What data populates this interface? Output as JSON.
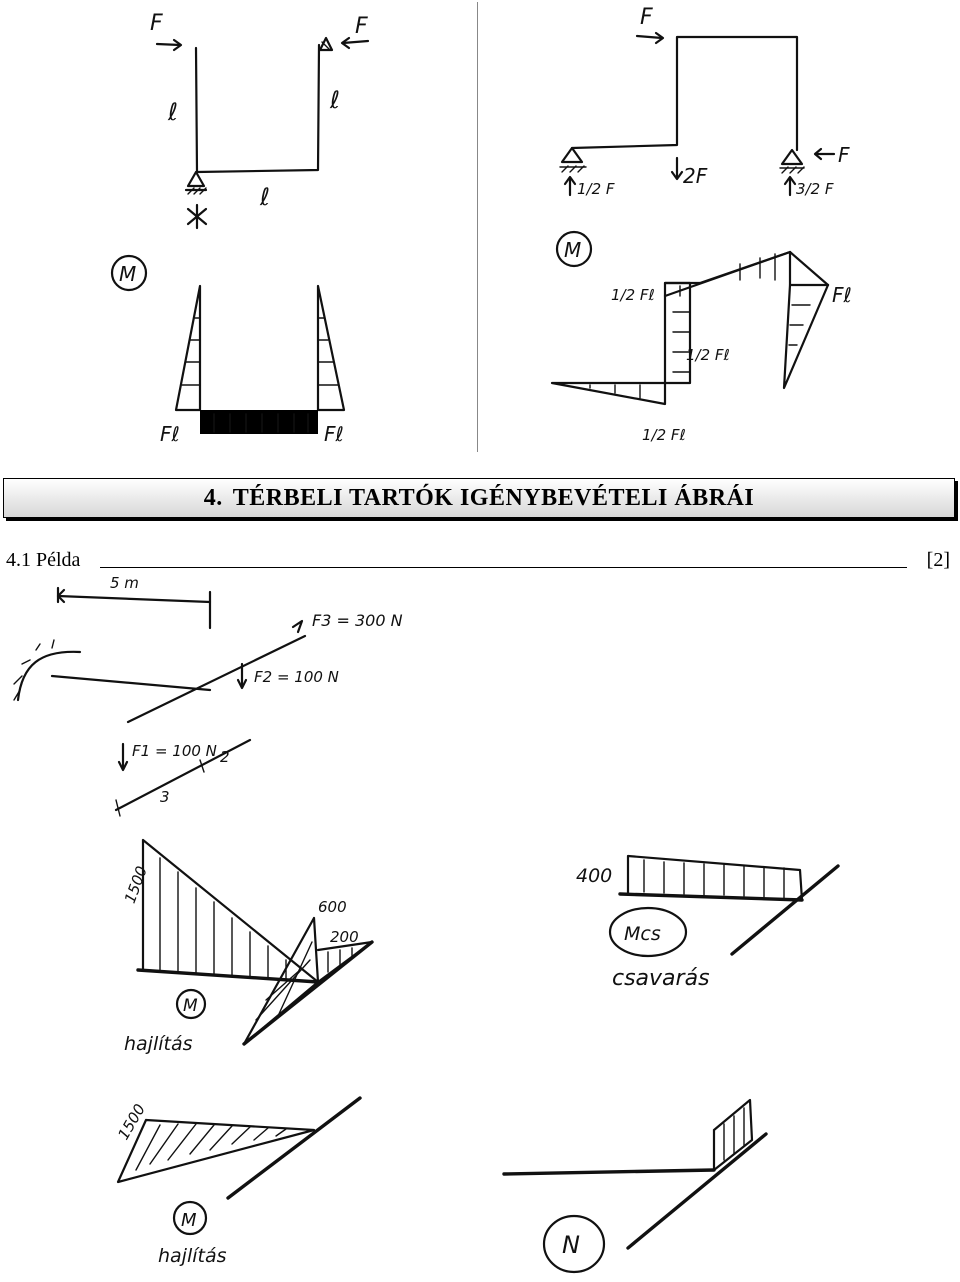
{
  "section": {
    "number": "4.",
    "title": "TÉRBELI TARTÓK IGÉNYBEVÉTELI ÁBRÁI"
  },
  "example": {
    "label": "4.1 Példa",
    "reference": "[2]"
  },
  "sketch_left_frame": {
    "force_left": "F",
    "force_right": "F",
    "length_left": "ℓ",
    "length_right": "ℓ",
    "length_bottom": "ℓ",
    "moment_label": "M",
    "moment_left": "Fℓ",
    "moment_right": "Fℓ"
  },
  "sketch_right_frame": {
    "force_top": "F",
    "load_mid": "2F",
    "force_right": "F",
    "reaction_left": "1/2 F",
    "reaction_right": "3/2 F",
    "moment_label": "M",
    "moment_top_left": "1/2 Fℓ",
    "moment_right": "Fℓ",
    "moment_mid": "1/2 Fℓ",
    "moment_bottom": "1/2 Fℓ"
  },
  "sketch_example": {
    "dimension": "5 m",
    "f3": "F3 = 300 N",
    "f2": "F2 = 100 N",
    "f1": "F1 = 100 N",
    "dim_2": "2",
    "dim_3": "3"
  },
  "diagram_bending_1": {
    "value_a": "1500",
    "value_b": "600",
    "value_c": "200",
    "label_circle": "M",
    "caption": "hajlítás"
  },
  "diagram_torsion": {
    "value": "400",
    "label_circle": "Mcs",
    "caption": "csavarás"
  },
  "diagram_bending_2": {
    "value": "1500",
    "label_circle": "M",
    "caption": "hajlítás"
  },
  "diagram_normal": {
    "label_circle": "N"
  }
}
